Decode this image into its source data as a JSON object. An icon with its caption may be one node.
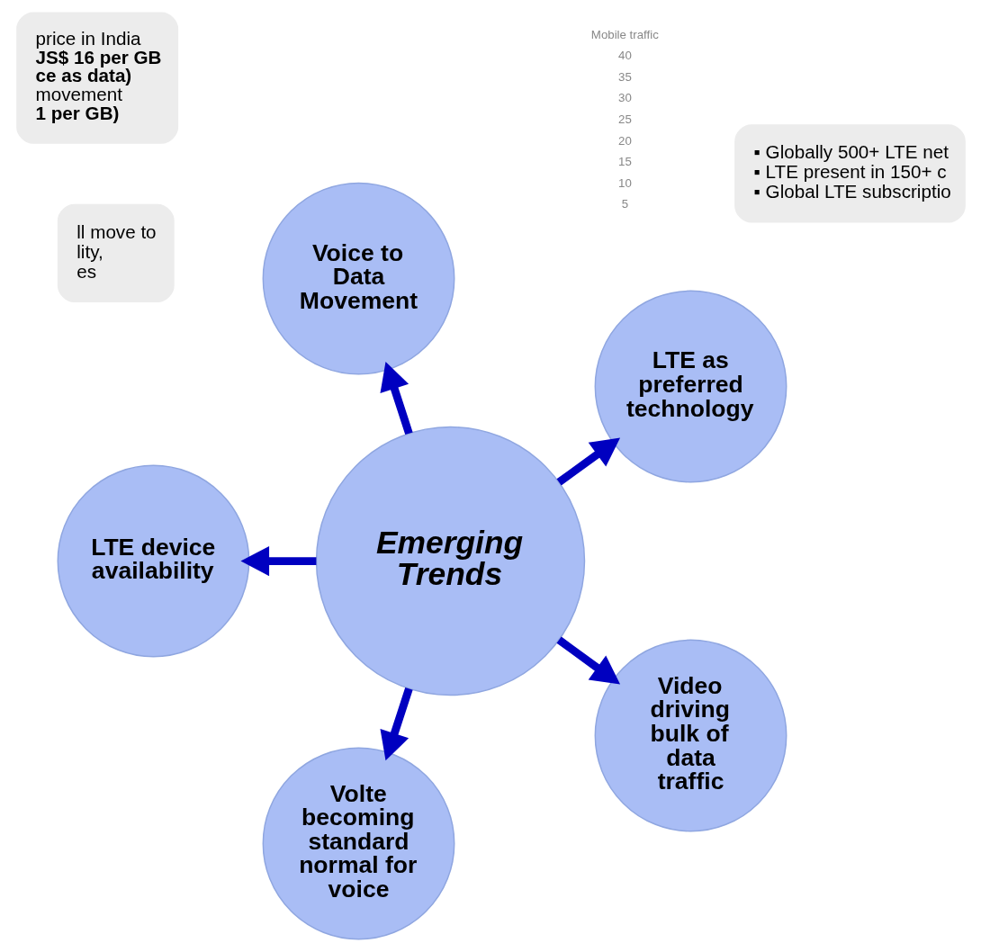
{
  "diagram": {
    "nodes": [
      {
        "text": [
          "LTE as preferred technology"
        ]
      },
      {
        "text": [
          "▪ Globally 500+ LTE net",
          "▪ LTE present in 150+ c",
          "▪ Global LTE subscriptio"
        ]
      },
      {
        "text": [
          "price in India",
          "JS$ 16 per GB",
          "ce as data)",
          "movement",
          "1 per GB)"
        ]
      },
      {
        "text": [
          "Voice to Data Movement"
        ]
      },
      {
        "text": [
          "Emerging Trends"
        ]
      },
      {
        "text": [
          "LTE device availability"
        ]
      },
      {
        "text": [
          "ll move to",
          "lity,",
          "es"
        ]
      },
      {
        "text": [
          "Volte becoming standard normal for voice"
        ]
      },
      {
        "text": [
          "Video driving bulk of data traffic"
        ]
      }
    ],
    "edges": [
      {
        "from": 4,
        "to": 0,
        "arrow": "to"
      },
      {
        "from": 4,
        "to": 5,
        "arrow": "to"
      },
      {
        "from": 4,
        "to": 8,
        "arrow": "to"
      },
      {
        "from": 4,
        "to": 7,
        "arrow": "to"
      },
      {
        "from": 4,
        "to": 3,
        "arrow": "to"
      }
    ],
    "labels": [
      "Mobile traffic",
      "40",
      "35",
      "30",
      "25",
      "20",
      "15",
      "10",
      "5"
    ]
  }
}
